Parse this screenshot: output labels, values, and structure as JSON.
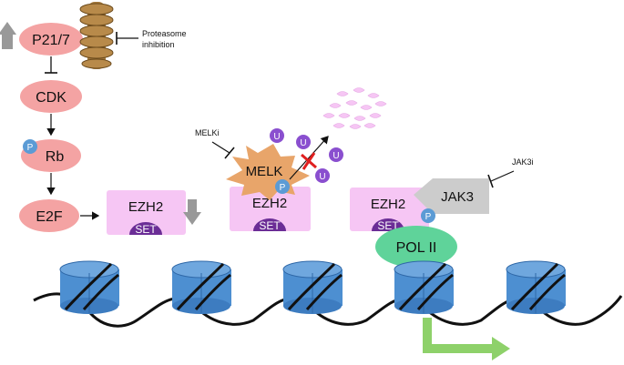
{
  "pathway": {
    "p21": "P21/7",
    "cdk": "CDK",
    "rb": "Rb",
    "e2f": "E2F",
    "phospho": "P"
  },
  "proteasome": {
    "line1": "Proteasome",
    "line2": "inhibition"
  },
  "ezh2": {
    "label": "EZH2",
    "set_label": "SET"
  },
  "melk": {
    "label": "MELK",
    "inhibitor": "MELKi"
  },
  "ubiquitin": "U",
  "jak3": {
    "label": "JAK3",
    "inhibitor": "JAK3i"
  },
  "pol2": "POL II",
  "colors": {
    "pink_node": "#f4a3a3",
    "ezh2_box": "#f6c6f4",
    "set_purple": "#6b2d96",
    "melk_orange": "#e8a56a",
    "ubiquitin_purple": "#8a4fcf",
    "phospho_blue": "#5b9bd5",
    "pol2_green": "#5fd39a",
    "nucleosome_blue": "#4d8fd1",
    "arrow_gray": "#999999",
    "transcription_green": "#8ed16a",
    "proteasome_brown": "#a57a3d"
  },
  "icons": [
    "up-arrow-icon",
    "down-arrow-icon",
    "proteasome-icon",
    "inhibition-bar-icon",
    "red-x-icon",
    "degraded-fragments-icon",
    "transcription-arrow-icon"
  ]
}
